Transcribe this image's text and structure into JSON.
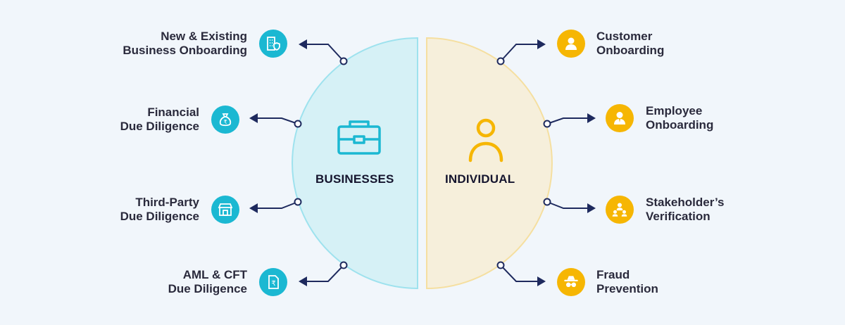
{
  "diagram": {
    "left_group": {
      "title": "BUSINESSES",
      "icon": "briefcase-icon",
      "color": "#1bb8d2"
    },
    "right_group": {
      "title": "INDIVIDUAL",
      "icon": "person-icon",
      "color": "#f6b603"
    },
    "left_items": [
      {
        "line1": "New & Existing",
        "line2": "Business Onboarding",
        "icon": "building-shield-icon"
      },
      {
        "line1": "Financial",
        "line2": "Due Diligence",
        "icon": "money-bag-icon"
      },
      {
        "line1": "Third-Party",
        "line2": "Due Diligence",
        "icon": "storefront-icon"
      },
      {
        "line1": "AML & CFT",
        "line2": "Due Diligence",
        "icon": "rupee-document-icon"
      }
    ],
    "right_items": [
      {
        "line1": "Customer",
        "line2": "Onboarding",
        "icon": "user-icon"
      },
      {
        "line1": "Employee",
        "line2": "Onboarding",
        "icon": "employee-icon"
      },
      {
        "line1": "Stakeholder’s",
        "line2": "Verification",
        "icon": "group-icon"
      },
      {
        "line1": "Fraud",
        "line2": "Prevention",
        "icon": "spy-icon"
      }
    ]
  }
}
